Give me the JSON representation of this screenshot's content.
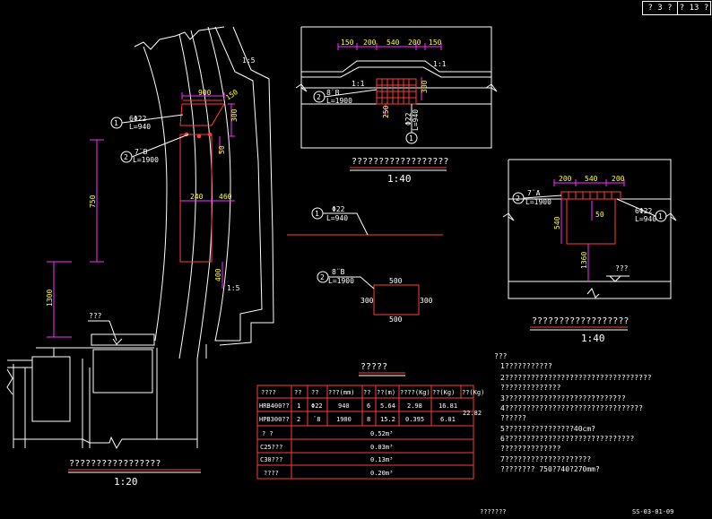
{
  "page": {
    "current": "? 3 ?",
    "total": "? 13 ?"
  },
  "colors": {
    "white": "#ffffff",
    "red": "#ff3b3b",
    "magenta": "#ff2bff",
    "yellow": "#ffff40",
    "cyan": "#40ffff",
    "green": "#40ff40",
    "bg": "#000000"
  },
  "view_main": {
    "title": "?????????????????",
    "scale": "1:20",
    "slope_top": "1:5",
    "slope_mid": "1:5",
    "callout1": {
      "num": "1",
      "bar": "6Φ22",
      "length": "L=940"
    },
    "callout2": {
      "num": "2",
      "bar": "7¨B",
      "length": "L=1900"
    },
    "dims": {
      "d900": "900",
      "d150": "150",
      "d300": "300",
      "d50": "50",
      "d240": "240",
      "d460": "460",
      "d750": "750",
      "d1300": "1300",
      "d400": "400"
    },
    "label_road": "???"
  },
  "view_top": {
    "title": "??????????????????",
    "scale": "1:40",
    "slope": "1:1",
    "slope_left": "1:1",
    "dims": [
      "150",
      "200",
      "540",
      "200",
      "150"
    ],
    "dim300": "300",
    "dim250": "250",
    "callout2": {
      "num": "2",
      "bar": "8¨B",
      "length": "L=1900"
    },
    "callout1": {
      "num": "1",
      "bar": "Φ22",
      "length": "L=940"
    }
  },
  "view_right": {
    "title": "??????????????????",
    "scale": "1:40",
    "dims": [
      "200",
      "540",
      "200"
    ],
    "dim540": "540",
    "dim50": "50",
    "dim1360": "1360",
    "callout2": {
      "num": "2",
      "bar": "7¨A",
      "length": "L=1900"
    },
    "callout1": {
      "num": "1",
      "bar": "6Φ22",
      "length": "L=940"
    },
    "label_road": "???"
  },
  "detail1": {
    "num": "1",
    "bar": "Φ22",
    "length": "L=940"
  },
  "detail2": {
    "num": "2",
    "bar": "8¨B",
    "length": "L=1900",
    "top": "500",
    "bottom": "500",
    "left": "300",
    "right": "300"
  },
  "table": {
    "title": "?????",
    "headers": [
      "????",
      "??",
      "??",
      "???(mm)",
      "??",
      "??(m)",
      "????(Kg)",
      "??(Kg)",
      "??(Kg)"
    ],
    "rows": [
      [
        "HRB400??",
        "1",
        "Φ22",
        "940",
        "6",
        "5.64",
        "2.98",
        "16.81"
      ],
      [
        "HPB300??",
        "2",
        "¨8",
        "1900",
        "8",
        "15.2",
        "0.395",
        "6.01"
      ]
    ],
    "merged_total": "22.82",
    "extra": [
      {
        "label": "?   ?",
        "value": "0.52m³"
      },
      {
        "label": "C25???",
        "value": "0.03m³"
      },
      {
        "label": "C30???",
        "value": "0.13m³"
      },
      {
        "label": "????",
        "value": "0.20m³"
      }
    ]
  },
  "notes": {
    "head": "???",
    "lines": [
      "1???????????",
      "2??????????????????????????????????",
      "   ??????????????",
      "3????????????????????????????",
      "4????????????????????????????????",
      "   ??????",
      "5????????????????40cm?",
      "6??????????????????????????????",
      "   ??????????????",
      "7????????????????????",
      "   ????????    750?740?270mm?"
    ]
  },
  "footer": {
    "center": "???????",
    "code": "SS-03-01-09"
  }
}
